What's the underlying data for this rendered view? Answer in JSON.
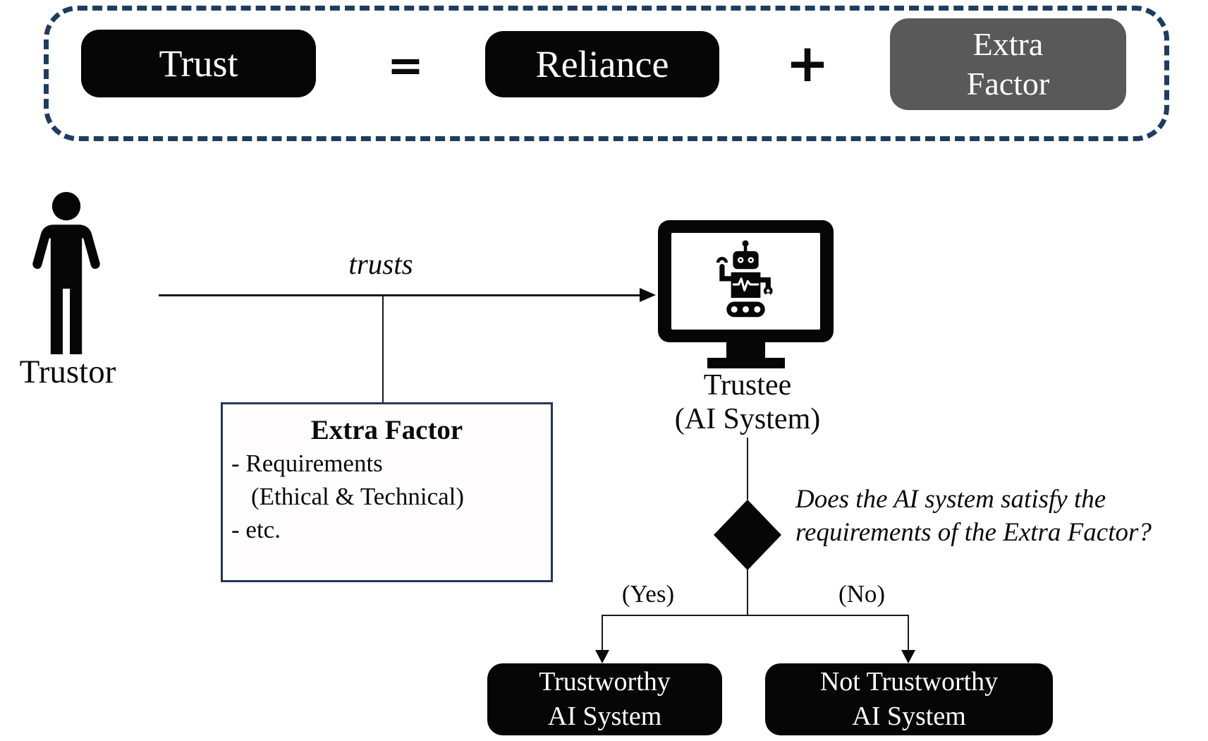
{
  "equation": {
    "trust": "Trust",
    "equals": "=",
    "reliance": "Reliance",
    "plus": "+",
    "extra_factor_line1": "Extra",
    "extra_factor_line2": "Factor"
  },
  "actors": {
    "trustor_label": "Trustor",
    "trusts_label": "trusts",
    "trustee_label_line1": "Trustee",
    "trustee_label_line2": "(AI System)"
  },
  "extra_factor_box": {
    "title": "Extra Factor",
    "items": [
      "- Requirements",
      "(Ethical & Technical)",
      "- etc."
    ]
  },
  "decision": {
    "question_line1": "Does the AI system satisfy the",
    "question_line2": "requirements of the Extra Factor?",
    "yes_label": "(Yes)",
    "no_label": "(No)"
  },
  "outcomes": {
    "trustworthy_line1": "Trustworthy",
    "trustworthy_line2": "AI System",
    "not_trustworthy_line1": "Not Trustworthy",
    "not_trustworthy_line2": "AI System"
  },
  "icons": {
    "trustor": "person-icon",
    "trustee": "monitor-robot-icon",
    "decision": "diamond-decision-icon"
  },
  "colors": {
    "node_black": "#060606",
    "node_gray": "#595959",
    "frame_navy_dashed": "#1f3c61",
    "detail_box_border_navy": "#24365c",
    "line_black": "#1a1a1a",
    "text_white": "#ffffff"
  }
}
